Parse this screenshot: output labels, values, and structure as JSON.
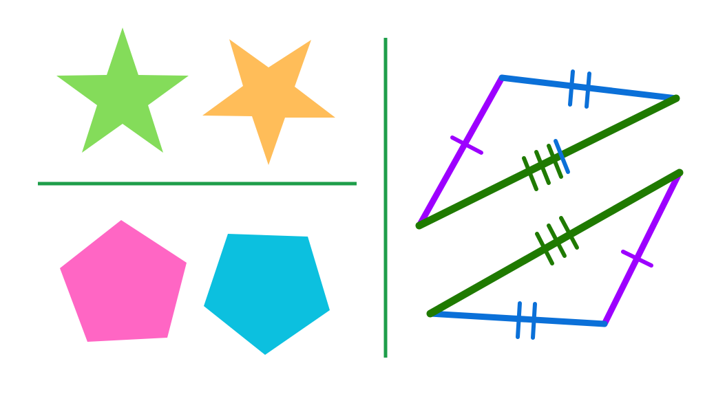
{
  "colors": {
    "background": "#ffffff",
    "divider": "#1e9e4a",
    "star_left": "#84dc5a",
    "star_right": "#ffbd59",
    "pentagon_left": "#ff66c4",
    "pentagon_right": "#0cc0df",
    "side_purple": "#9d00ff",
    "side_blue": "#0b70d8",
    "diagonal_green": "#1f7a00",
    "tick_diagonal": "#1f7a00",
    "tick_diagonal_extra": "#0b70d8"
  },
  "shapes": [
    {
      "kind": "star",
      "name": "green-star"
    },
    {
      "kind": "star",
      "name": "orange-star"
    },
    {
      "kind": "pentagon",
      "name": "pink-pentagon"
    },
    {
      "kind": "pentagon",
      "name": "cyan-pentagon"
    }
  ],
  "congruence_marks": {
    "purple_sides": 1,
    "blue_sides": 2,
    "diagonal": 3
  }
}
